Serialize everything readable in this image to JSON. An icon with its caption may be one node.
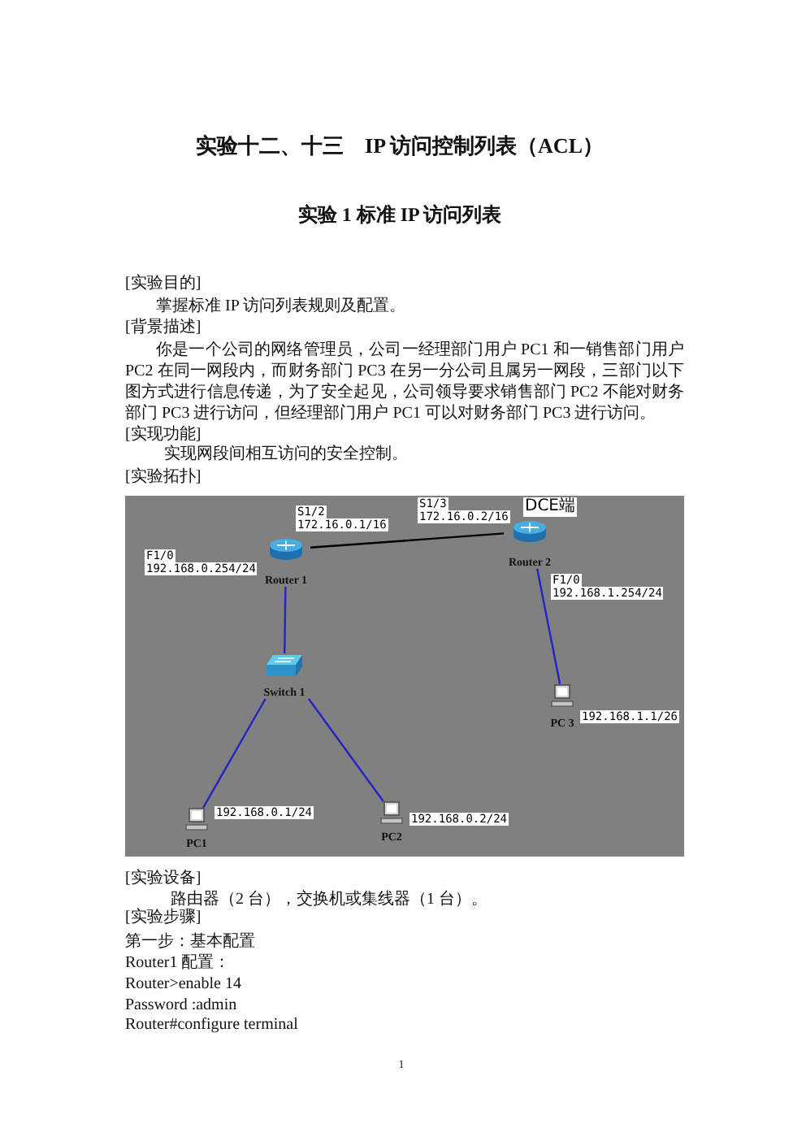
{
  "diagram": {
    "title": "实验十二、十三　IP 访问控制列表（ACL）",
    "nodes": [
      {
        "text": [
          "Router 1"
        ],
        "beside": [
          "S1/2",
          "172.16.0.1/16",
          "F1/0",
          "192.168.0.254/24"
        ]
      },
      {
        "text": [
          "Router 2"
        ],
        "beside": [
          "DCE端",
          "S1/3",
          "172.16.0.2/16",
          "F1/0",
          "192.168.1.254/24"
        ]
      },
      {
        "text": [
          "Switch 1"
        ]
      },
      {
        "text": [
          "PC 3"
        ],
        "beside": [
          "192.168.1.1/26"
        ]
      },
      {
        "text": [
          "PC1"
        ],
        "beside": [
          "192.168.0.1/24"
        ]
      },
      {
        "text": [
          "PC2"
        ],
        "beside": [
          "192.168.0.2/24"
        ]
      }
    ],
    "edges": [
      {
        "from": 0,
        "to": 1,
        "arrow": "none",
        "color": "#000000"
      },
      {
        "from": 0,
        "to": 2,
        "arrow": "none"
      },
      {
        "from": 2,
        "to": 4,
        "arrow": "none"
      },
      {
        "from": 2,
        "to": 5,
        "arrow": "none"
      },
      {
        "from": 1,
        "to": 3,
        "arrow": "none"
      }
    ],
    "labels": [
      "实验 1 标准 IP 访问列表",
      "[实验目的]",
      "掌握标准 IP 访问列表规则及配置。",
      "[背景描述]",
      "你是一个公司的网络管理员，公司一经理部门用户 PC1 和一销售部门用户 PC2 在同一网段内，而财务部门 PC3 在另一分公司且属另一网段，三部门以下图方式进行信息传递，为了安全起见，公司领导要求销售部门 PC2 不能对财务部门 PC3 进行访问，但经理部门用户 PC1 可以对财务部门 PC3 进行访问。",
      "[实现功能]",
      "实现网段间相互访问的安全控制。",
      "[实验拓扑]",
      "[实验设备]",
      "路由器（2 台），交换机或集线器（1 台）。",
      "[实验步骤]",
      "第一步：基本配置",
      "Router1 配置：",
      "Router>enable 14",
      "Password :admin",
      "Router#configure terminal",
      "1"
    ]
  }
}
